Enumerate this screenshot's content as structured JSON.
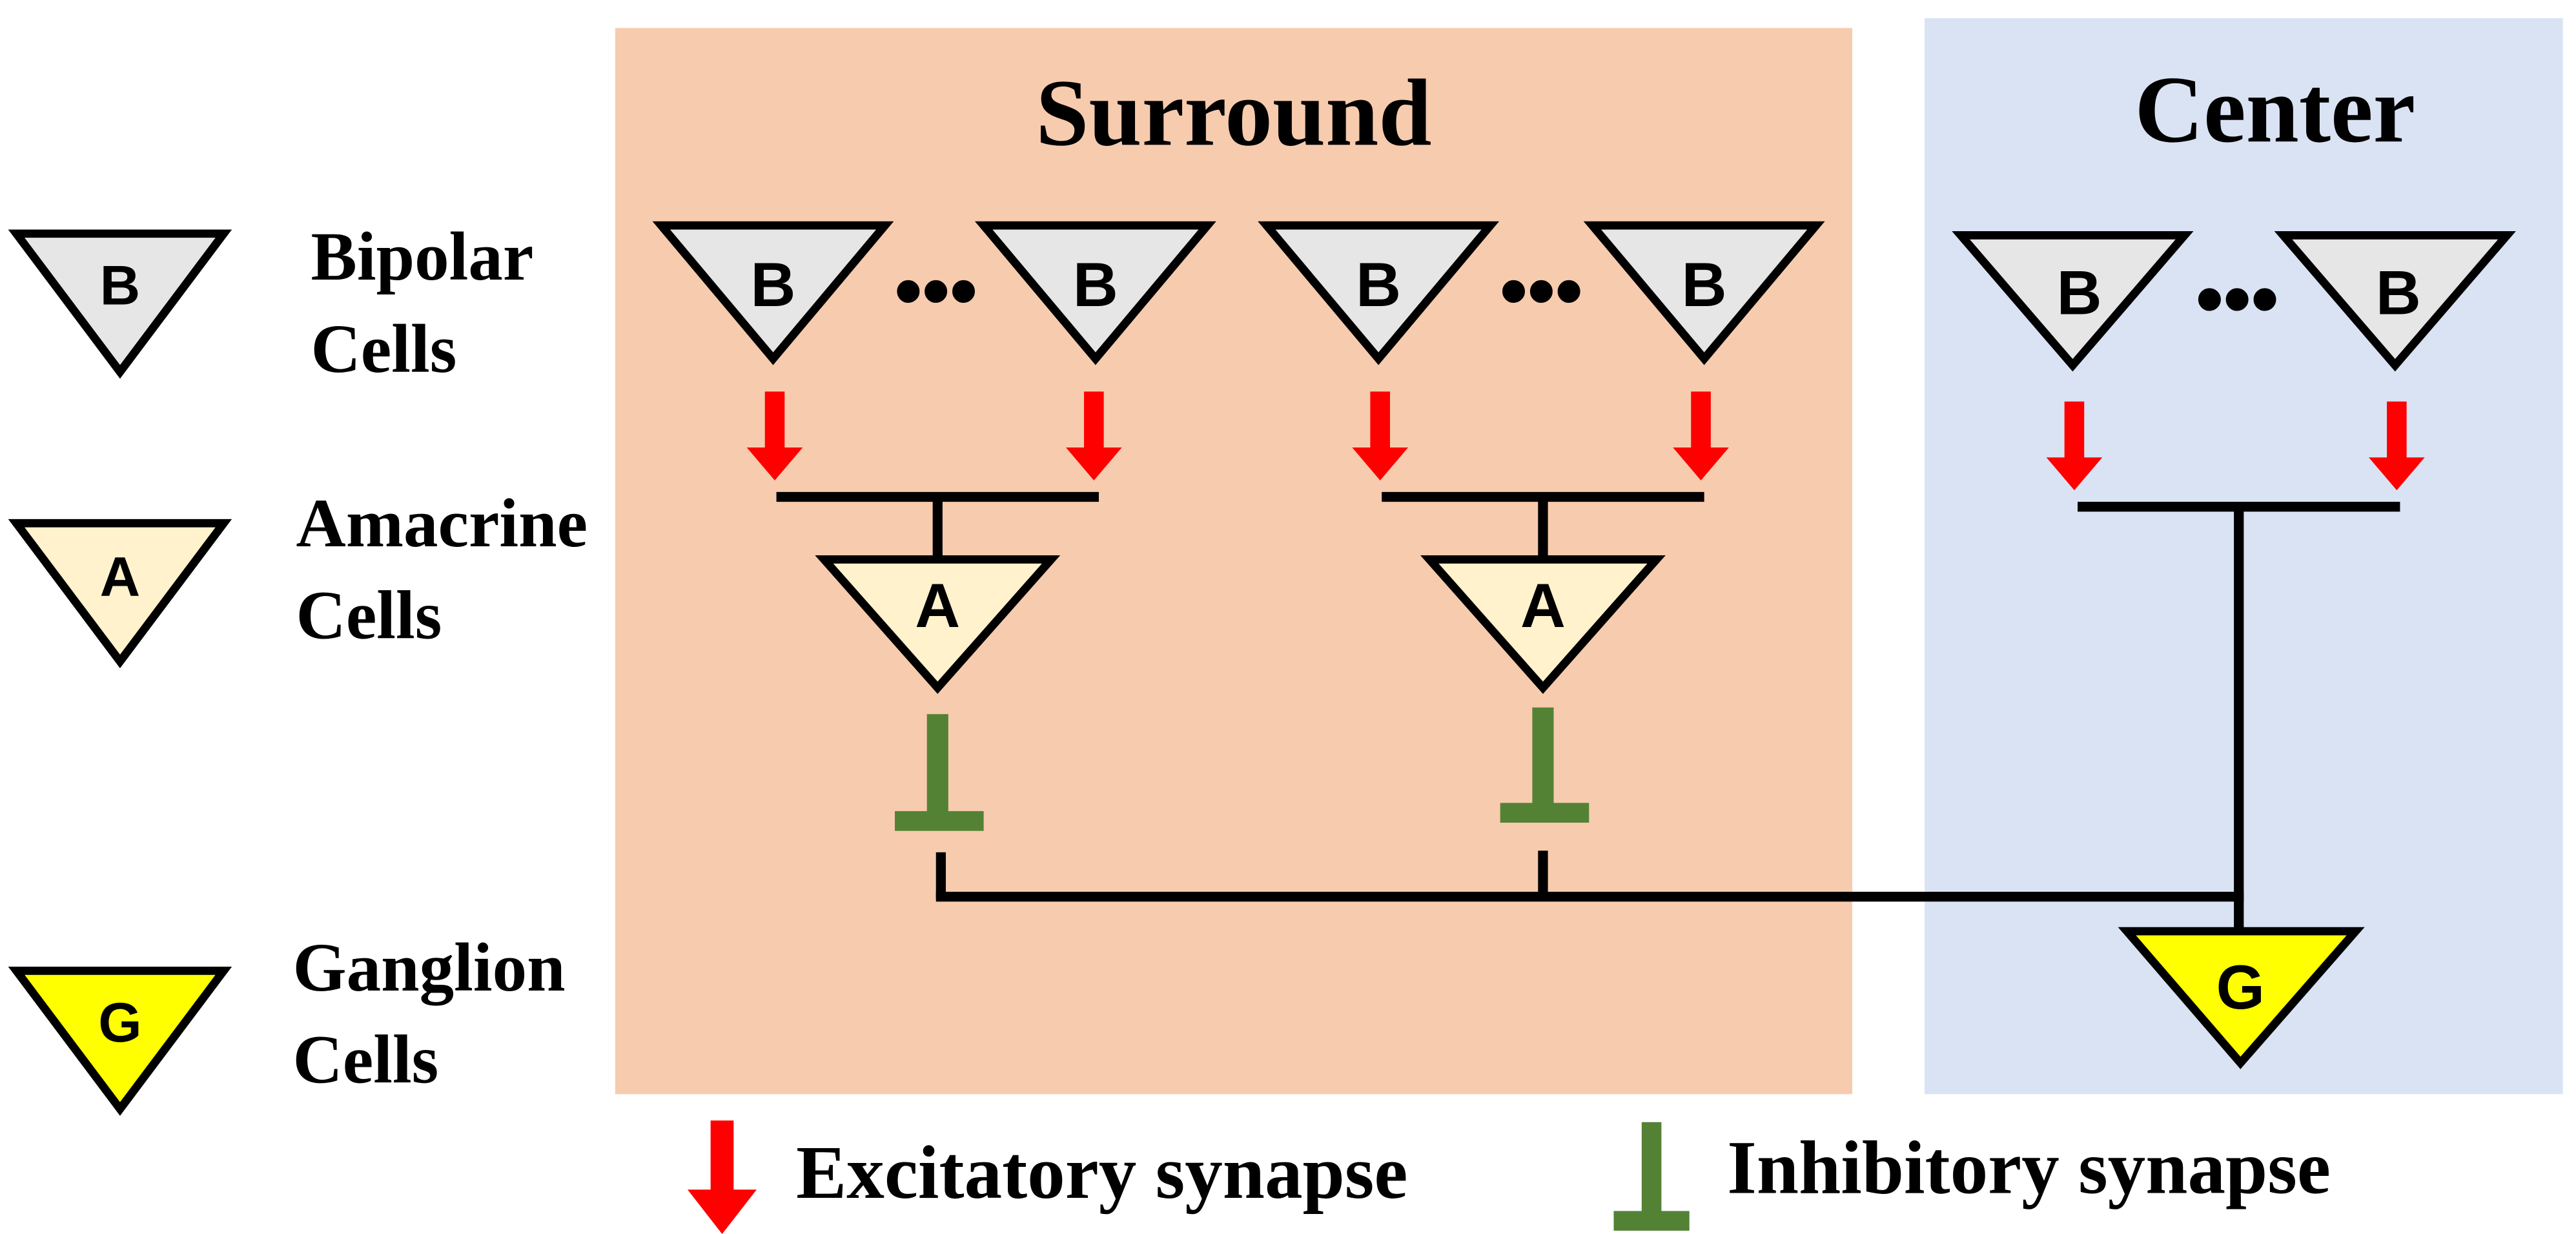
{
  "regions": {
    "surround": {
      "label": "Surround",
      "fill": "#f7cbae"
    },
    "center": {
      "label": "Center",
      "fill": "#dae3f3"
    }
  },
  "legend": {
    "bipolar": {
      "letter": "B",
      "label_line1": "Bipolar",
      "label_line2": "Cells",
      "fill": "#e7e6e6"
    },
    "amacrine": {
      "letter": "A",
      "label_line1": "Amacrine",
      "label_line2": "Cells",
      "fill": "#fff2cc"
    },
    "ganglion": {
      "letter": "G",
      "label_line1": "Ganglion",
      "label_line2": "Cells",
      "fill": "#ffff00"
    }
  },
  "cells": {
    "bipolar_letter": "B",
    "amacrine_letter": "A",
    "ganglion_letter": "G",
    "ellipsis": "•••"
  },
  "synapse_legend": {
    "excitatory": {
      "label": "Excitatory synapse",
      "color": "#ff0000"
    },
    "inhibitory": {
      "label": "Inhibitory synapse",
      "color": "#548235"
    }
  },
  "colors": {
    "line": "#000000",
    "bipolar_fill": "#e7e6e6",
    "amacrine_fill": "#fff2cc",
    "ganglion_fill": "#ffff00",
    "excitatory": "#ff0000",
    "inhibitory": "#548235"
  }
}
